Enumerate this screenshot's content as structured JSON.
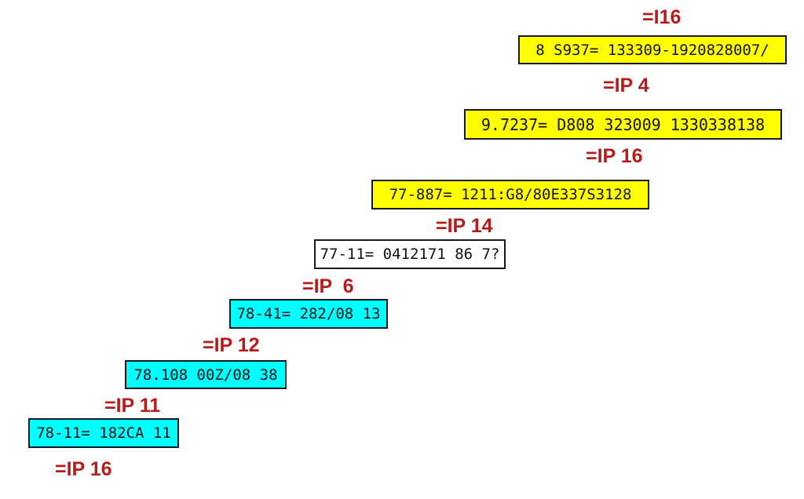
{
  "colors": {
    "label": "#b71c1c",
    "yellow": "#ffff00",
    "cyan": "#00ffff",
    "white": "#ffffff",
    "border": "#1a1a1a"
  },
  "labels": [
    {
      "text": "=I16"
    },
    {
      "text": "=IP 4"
    },
    {
      "text": "=IP 16"
    },
    {
      "text": "=IP 14"
    },
    {
      "text": "=IP  6"
    },
    {
      "text": "=IP 12"
    },
    {
      "text": "=IP 11"
    },
    {
      "text": "=IP 16"
    }
  ],
  "boxes": [
    {
      "text": "8 S937= 133309-1920828007/",
      "color": "yellow"
    },
    {
      "text": "9.7237= D808 323009 1330338138",
      "color": "yellow"
    },
    {
      "text": "77-887= 1211:G8/80E337S3128",
      "color": "yellow"
    },
    {
      "text": "77-11= 0412171 86 7?",
      "color": "white"
    },
    {
      "text": "78-41= 282/08 13",
      "color": "cyan"
    },
    {
      "text": "78.108 00Z/08 38",
      "color": "cyan"
    },
    {
      "text": "78-11= 182CA 11",
      "color": "cyan"
    }
  ]
}
